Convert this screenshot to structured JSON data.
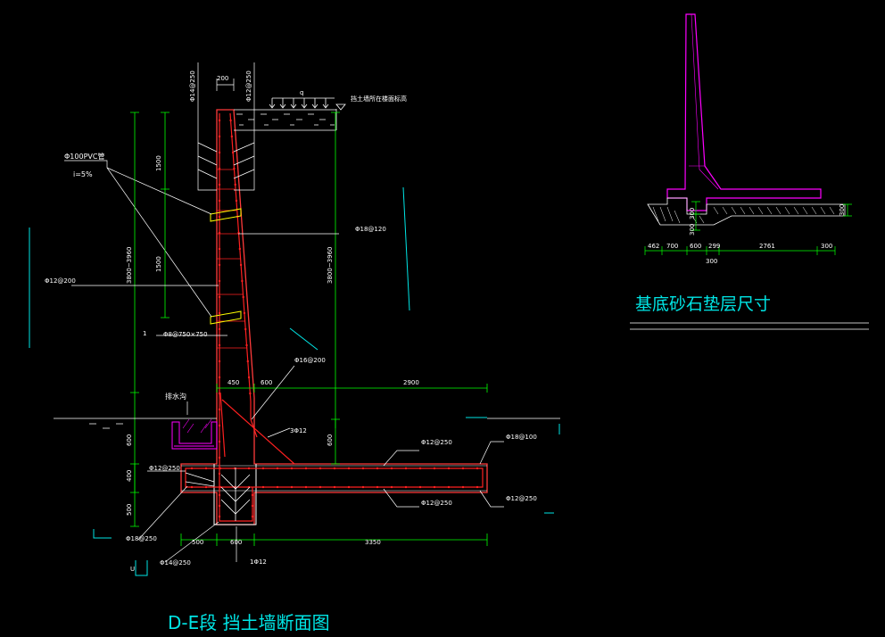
{
  "main_section": {
    "title": "D-E段  挡土墙断面图",
    "labels": {
      "top_width": "200",
      "bar_top_left": "Φ14@250",
      "bar_top_right": "Φ12@250",
      "load": "q",
      "note_top": "挡土墙所在楼面标高",
      "pvc": "Φ100PVC管",
      "slope": "i=5%",
      "dim_1500a": "1500",
      "dim_1500b": "1500",
      "bar_18_120": "Φ18@120",
      "height_left": "3800~3960",
      "height_right": "3800~3960",
      "bar_12_200": "Φ12@200",
      "mark_1": "1",
      "bar_8": "Φ8@750×750",
      "bar_16": "Φ16@200",
      "dim_450": "450",
      "dim_600": "600",
      "dim_2900": "2900",
      "drain": "排水沟",
      "bar_3_12": "3Φ12",
      "dim_600_left": "600",
      "dim_600_right": "600",
      "bar_12_250a": "Φ12@250",
      "bar_18_100": "Φ18@100",
      "dim_400": "400",
      "bar_12_250b": "Φ12@250",
      "bar_12_250c": "Φ12@250",
      "bar_12_250d": "Φ12@250",
      "dim_500_left": "500",
      "bar_18_250": "Φ18@250",
      "dim_500": "500",
      "dim_600_bottom": "600",
      "dim_3350": "3350",
      "bar_14_250": "Φ14@250",
      "bar_1_12": "1Φ12",
      "mark_u": "U"
    }
  },
  "inset": {
    "title": "基底砂石垫层尺寸",
    "dims": [
      "462",
      "700",
      "600",
      "299",
      "2761",
      "300"
    ],
    "dim_under": "300",
    "dim_v1": "300",
    "dim_v2": "300",
    "dim_right": "300"
  },
  "colors": {
    "concrete_outline": "#ff3b3b",
    "rebar": "#ff2020",
    "dim_line": "#00ff00",
    "leader": "#ffffff",
    "cyan": "#00e5e5",
    "magenta": "#ff00ff"
  }
}
